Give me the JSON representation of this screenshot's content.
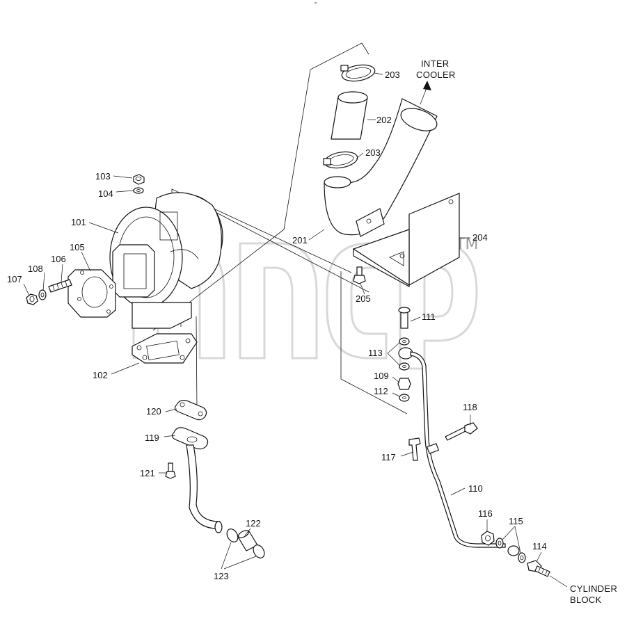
{
  "diagram": {
    "corner_mark": "°",
    "labels": {
      "l101": "101",
      "l102": "102",
      "l103": "103",
      "l104": "104",
      "l105": "105",
      "l106": "106",
      "l107": "107",
      "l108": "108",
      "l109": "109",
      "l110": "110",
      "l111": "111",
      "l112": "112",
      "l113": "113",
      "l114": "114",
      "l115": "115",
      "l116": "116",
      "l117": "117",
      "l118": "118",
      "l119": "119",
      "l120": "120",
      "l121": "121",
      "l122": "122",
      "l123": "123",
      "l201": "201",
      "l202": "202",
      "l203a": "203",
      "l203b": "203",
      "l204": "204",
      "l205": "205"
    },
    "notes": {
      "inter_cooler_line1": "INTER",
      "inter_cooler_line2": "COOLER",
      "cylinder_block_line1": "CYLINDER",
      "cylinder_block_line2": "BLOCK"
    },
    "watermark": {
      "tm": "TM"
    }
  }
}
